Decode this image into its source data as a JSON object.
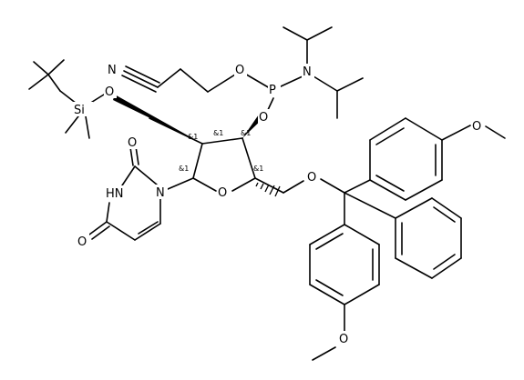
{
  "atoms": {
    "N_nitrile": "N",
    "O_silyl": "O",
    "Si": "Si",
    "O_ce": "O",
    "P": "P",
    "N_amine": "N",
    "O_p": "O",
    "O_ring": "O",
    "O_dmt": "O",
    "O_ome_top": "O",
    "O_ome_bot": "O",
    "N1": "N",
    "NH": "HN",
    "O2": "O",
    "O4": "O"
  },
  "stereo_labels": {
    "c1": "&1",
    "c2": "&1",
    "c3a": "&1",
    "c3b": "&1",
    "c4": "&1"
  }
}
